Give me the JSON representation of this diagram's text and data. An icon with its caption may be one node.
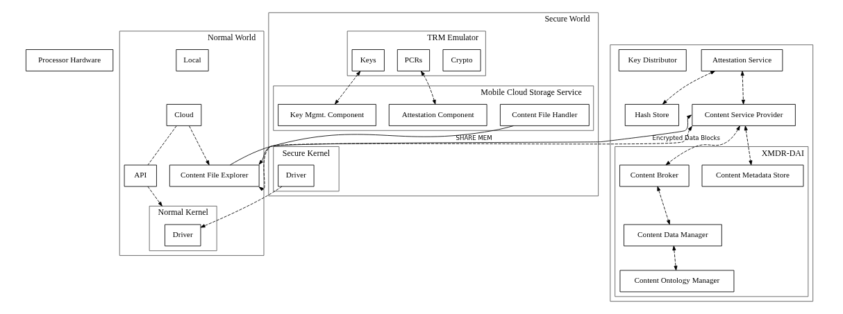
{
  "diagram": {
    "nodes": [
      {
        "text": [
          "Processor Hardware"
        ]
      },
      {
        "text": [
          "Secure World"
        ]
      },
      {
        "text": [
          "Secure Kernel"
        ],
        "in": 1
      },
      {
        "text": [
          "Driver"
        ],
        "in": 2
      },
      {
        "text": [
          "TRM Emulator"
        ],
        "in": 1
      },
      {
        "text": [
          "Crypto"
        ],
        "in": 4
      },
      {
        "text": [
          "Keys"
        ],
        "in": 4
      },
      {
        "text": [
          "PCRs"
        ],
        "in": 4
      },
      {
        "text": [
          "Mobile Cloud Storage Service"
        ],
        "in": 1
      },
      {
        "text": [
          "Content File Handler"
        ],
        "in": 8
      },
      {
        "text": [
          "Key Mgmt. Component"
        ],
        "in": 8
      },
      {
        "text": [
          "Attestation Component"
        ],
        "in": 8
      },
      {
        "text": [
          "Normal World"
        ]
      },
      {
        "text": [
          "Normal Kernel"
        ],
        "in": 12
      },
      {
        "text": [
          "Driver"
        ],
        "in": 13
      },
      {
        "text": [
          "API"
        ],
        "in": 12
      },
      {
        "text": [
          "Local"
        ],
        "in": 12
      },
      {
        "text": [
          "Cloud"
        ],
        "in": 12
      },
      {
        "text": [
          "Content File Explorer"
        ],
        "in": 12
      },
      {
        "text": [],
        "shape": "box"
      },
      {
        "text": [
          "Attestation Service"
        ],
        "in": 19
      },
      {
        "text": [
          "Hash Store"
        ],
        "in": 19
      },
      {
        "text": [
          "Content Service Provider"
        ],
        "in": 19
      },
      {
        "text": [
          "XMDR-DAI"
        ],
        "in": 19
      },
      {
        "text": [
          "Content Broker"
        ],
        "in": 23
      },
      {
        "text": [
          "Content Metadata Store"
        ],
        "in": 23
      },
      {
        "text": [
          "Content Data Manager"
        ],
        "in": 23
      },
      {
        "text": [
          "Content Ontology Manager"
        ],
        "in": 23
      },
      {
        "text": [
          "Key Distributor"
        ],
        "in": 19
      }
    ],
    "edges": [
      {
        "from": 6,
        "to": 10,
        "arrow": "both",
        "style": "dashed"
      },
      {
        "from": 7,
        "to": 11,
        "arrow": "both",
        "style": "dashed"
      },
      {
        "from": 3,
        "to": 14,
        "arrow": "to",
        "style": "dashed"
      },
      {
        "from": 9,
        "to": 18,
        "arrow": "none",
        "label": "SHARE MEM"
      },
      {
        "from": 15,
        "to": 13,
        "arrow": "to",
        "style": "dashed"
      },
      {
        "from": 17,
        "to": 15,
        "arrow": "none",
        "style": "dashed"
      },
      {
        "from": 17,
        "to": 18,
        "arrow": "to",
        "style": "dashed"
      },
      {
        "from": 22,
        "to": 18,
        "arrow": "both",
        "label": "Encrypted Data Blocks"
      },
      {
        "from": 22,
        "to": 18,
        "arrow": "both",
        "style": "dashed"
      },
      {
        "from": 20,
        "to": 21,
        "arrow": "both",
        "style": "dashed"
      },
      {
        "from": 20,
        "to": 22,
        "arrow": "both",
        "style": "dashed"
      },
      {
        "from": 22,
        "to": 24,
        "arrow": "both",
        "style": "dashed"
      },
      {
        "from": 22,
        "to": 25,
        "arrow": "both",
        "style": "dashed"
      },
      {
        "from": 24,
        "to": 26,
        "arrow": "both",
        "style": "dashed"
      },
      {
        "from": 26,
        "to": 27,
        "arrow": "both",
        "style": "dashed"
      }
    ]
  }
}
